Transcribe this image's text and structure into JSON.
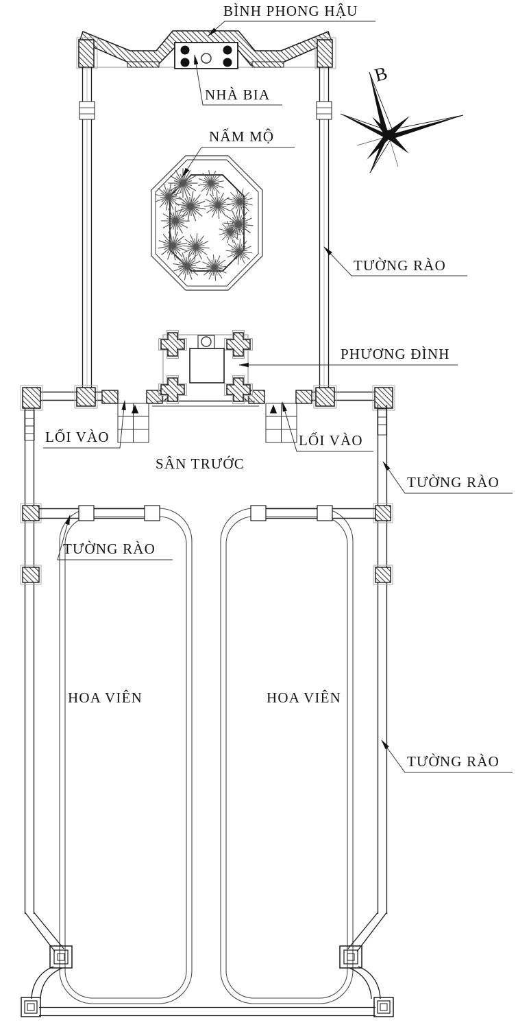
{
  "plan": {
    "labels": {
      "rear_screen": "BÌNH PHONG HẬU",
      "stele_house": "NHÀ BIA",
      "grave_mound": "NẤM MỘ",
      "fence_wall": "TƯỜNG RÀO",
      "pavilion": "PHƯƠNG ĐÌNH",
      "entrance": "LỐI VÀO",
      "front_yard": "SÂN TRƯỚC",
      "flower_garden": "HOA VIÊN",
      "compass_north": "B"
    },
    "colors": {
      "ink": "#1a1a1a",
      "paper": "#ffffff",
      "hatch": "#3a3a3a"
    }
  }
}
